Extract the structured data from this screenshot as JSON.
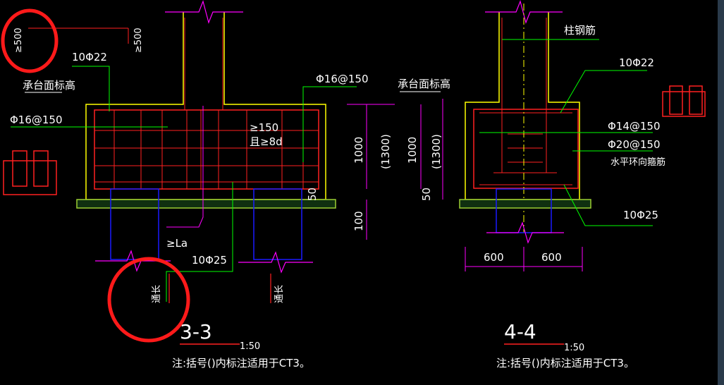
{
  "colors": {
    "background": "#000000",
    "text": "#ffffff",
    "outline": "#ffff00",
    "rebar": "#ff2020",
    "leader": "#00ff00",
    "dimension": "#ff00ff",
    "pile": "#1a1aff",
    "cushion": "#9acd32",
    "highlight_circle": "#ff1a1a"
  },
  "section_3_3": {
    "title": "3-3",
    "scale": "1:50",
    "note": "注:括号()内标注适用于CT3。",
    "label_500_left": "≥500",
    "label_500_right": "≥500",
    "label_10phi22": "10Φ22",
    "label_cap_elev": "承台面标高",
    "label_phi16_left": "Φ16@150",
    "label_phi16_right": "Φ16@150",
    "label_150": "≥150",
    "label_8d": "且≥8d",
    "label_la": "≥La",
    "label_10phi25": "10Φ25",
    "label_tongchang_left": "通长",
    "label_tongchang_right": "通长",
    "dim_1000": "1000",
    "dim_1300": "(1300)",
    "dim_50": "50",
    "dim_100": "100"
  },
  "section_4_4": {
    "title": "4-4",
    "scale": "1:50",
    "note": "注:括号()内标注适用于CT3。",
    "label_column_bars": "柱钢筋",
    "label_cap_elev": "承台面标高",
    "label_10phi22": "10Φ22",
    "label_phi14": "Φ14@150",
    "label_phi20": "Φ20@150",
    "label_horizontal_stirrup": "水平环向箍筋",
    "label_10phi25": "10Φ25",
    "dim_1000": "1000",
    "dim_1300": "(1300)",
    "dim_50": "50",
    "dim_600_left": "600",
    "dim_600_right": "600"
  }
}
